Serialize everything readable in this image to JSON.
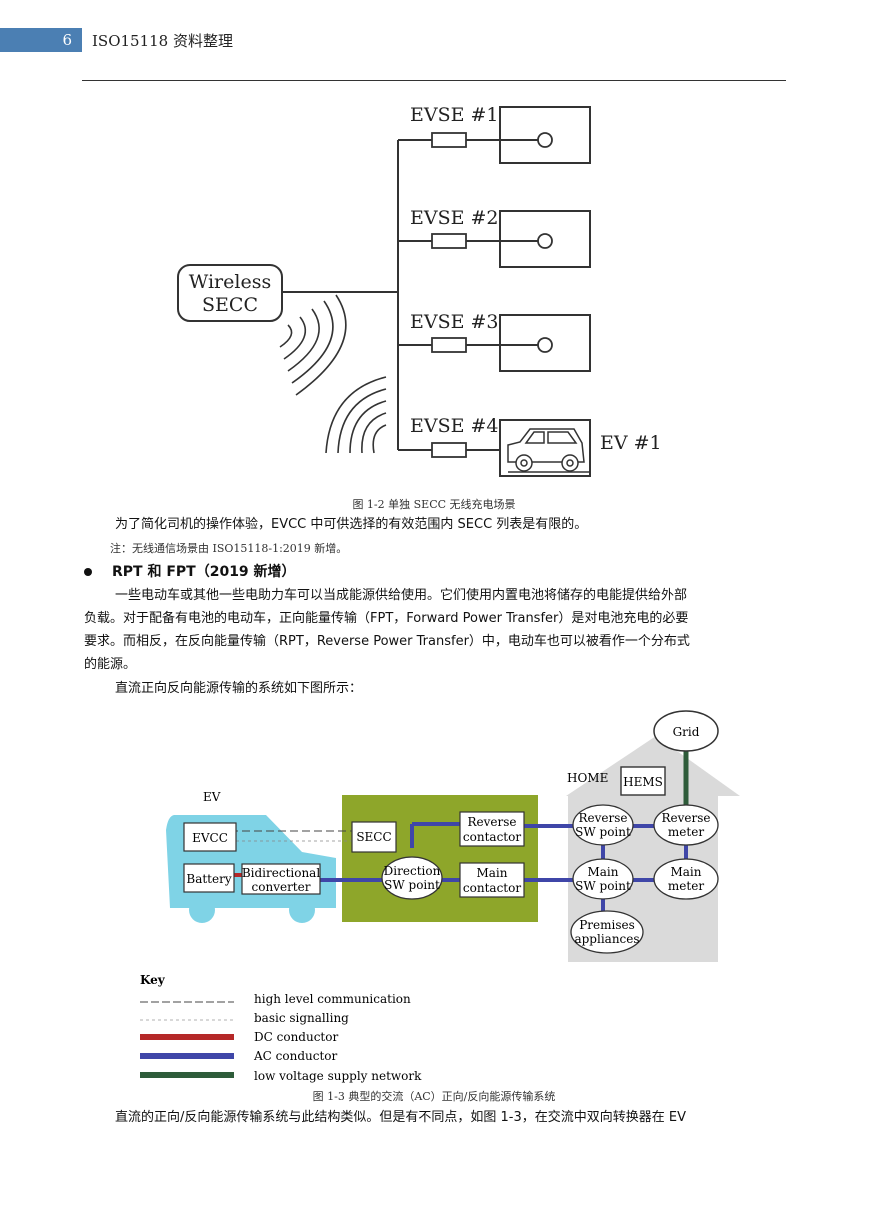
{
  "header": {
    "page_number": "6",
    "running_title": "ISO15118 资料整理"
  },
  "figure1": {
    "secc_line1": "Wireless",
    "secc_line2": "SECC",
    "evse": [
      "EVSE #1",
      "EVSE #2",
      "EVSE #3",
      "EVSE #4"
    ],
    "ev_label": "EV #1",
    "caption": "图 1-2 单独 SECC 无线充电场景"
  },
  "text": {
    "p1": "为了简化司机的操作体验，EVCC 中可供选择的有效范围内 SECC 列表是有限的。",
    "note": "注：无线通信场景由 ISO15118-1:2019 新增。",
    "bullet_heading": "RPT 和 FPT（2019 新增）",
    "p2_line1": "一些电动车或其他一些电助力车可以当成能源供给使用。它们使用内置电池将储存的电能提供给外部",
    "p2_line2": "负载。对于配备有电池的电动车，正向能量传输（FPT，Forward Power Transfer）是对电池充电的必要",
    "p2_line3": "要求。而相反，在反向能量传输（RPT，Reverse Power Transfer）中，电动车也可以被看作一个分布式",
    "p2_line4": "的能源。",
    "p3": "直流正向反向能源传输的系统如下图所示：",
    "p4": "直流的正向/反向能源传输系统与此结构类似。但是有不同点，如图 1-3，在交流中双向转换器在 EV"
  },
  "figure2": {
    "ev_label": "EV",
    "evcc": "EVCC",
    "battery": "Battery",
    "bidir_1": "Bidirectional",
    "bidir_2": "converter",
    "secc": "SECC",
    "direction_1": "Direction",
    "direction_2": "SW point",
    "reverse_contactor_1": "Reverse",
    "reverse_contactor_2": "contactor",
    "main_contactor_1": "Main",
    "main_contactor_2": "contactor",
    "home": "HOME",
    "hems": "HEMS",
    "grid": "Grid",
    "reverse_sw_1": "Reverse",
    "reverse_sw_2": "SW point",
    "reverse_meter_1": "Reverse",
    "reverse_meter_2": "meter",
    "main_sw_1": "Main",
    "main_sw_2": "SW point",
    "main_meter_1": "Main",
    "main_meter_2": "meter",
    "premises_1": "Premises",
    "premises_2": "appliances",
    "key_title": "Key",
    "key_items": [
      "high level communication",
      "basic signalling",
      "DC conductor",
      "AC conductor",
      "low voltage supply network"
    ],
    "caption": "图 1-3 典型的交流（AC）正向/反向能源传输系统"
  },
  "colors": {
    "header_blue": "#4b7fb3",
    "ev_cyan": "#7fd3e6",
    "station_green": "#8ea62a",
    "home_gray": "#d9d9d9",
    "dc_red": "#b52828",
    "ac_blue": "#3f46a8",
    "lv_green": "#2e5c3a"
  }
}
